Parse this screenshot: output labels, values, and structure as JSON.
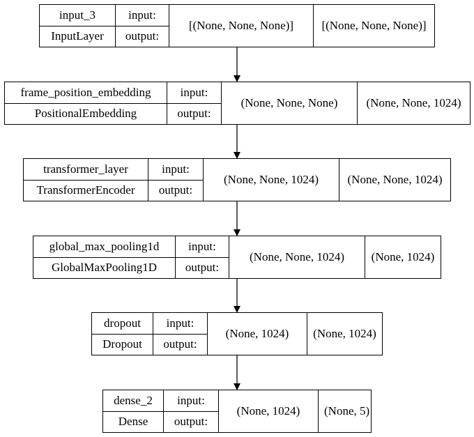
{
  "diagram": {
    "nodes": [
      {
        "name": "input_3",
        "type": "InputLayer",
        "in_label": "input:",
        "out_label": "output:",
        "input_shape": "[(None, None, None)]",
        "output_shape": "[(None, None, None)]"
      },
      {
        "name": "frame_position_embedding",
        "type": "PositionalEmbedding",
        "in_label": "input:",
        "out_label": "output:",
        "input_shape": "(None, None, None)",
        "output_shape": "(None, None, 1024)"
      },
      {
        "name": "transformer_layer",
        "type": "TransformerEncoder",
        "in_label": "input:",
        "out_label": "output:",
        "input_shape": "(None, None, 1024)",
        "output_shape": "(None, None, 1024)"
      },
      {
        "name": "global_max_pooling1d",
        "type": "GlobalMaxPooling1D",
        "in_label": "input:",
        "out_label": "output:",
        "input_shape": "(None, None, 1024)",
        "output_shape": "(None, 1024)"
      },
      {
        "name": "dropout",
        "type": "Dropout",
        "in_label": "input:",
        "out_label": "output:",
        "input_shape": "(None, 1024)",
        "output_shape": "(None, 1024)"
      },
      {
        "name": "dense_2",
        "type": "Dense",
        "in_label": "input:",
        "out_label": "output:",
        "input_shape": "(None, 1024)",
        "output_shape": "(None, 5)"
      }
    ],
    "edges": [
      {
        "from": "input_3",
        "to": "frame_position_embedding"
      },
      {
        "from": "frame_position_embedding",
        "to": "transformer_layer"
      },
      {
        "from": "transformer_layer",
        "to": "global_max_pooling1d"
      },
      {
        "from": "global_max_pooling1d",
        "to": "dropout"
      },
      {
        "from": "dropout",
        "to": "dense_2"
      }
    ]
  }
}
